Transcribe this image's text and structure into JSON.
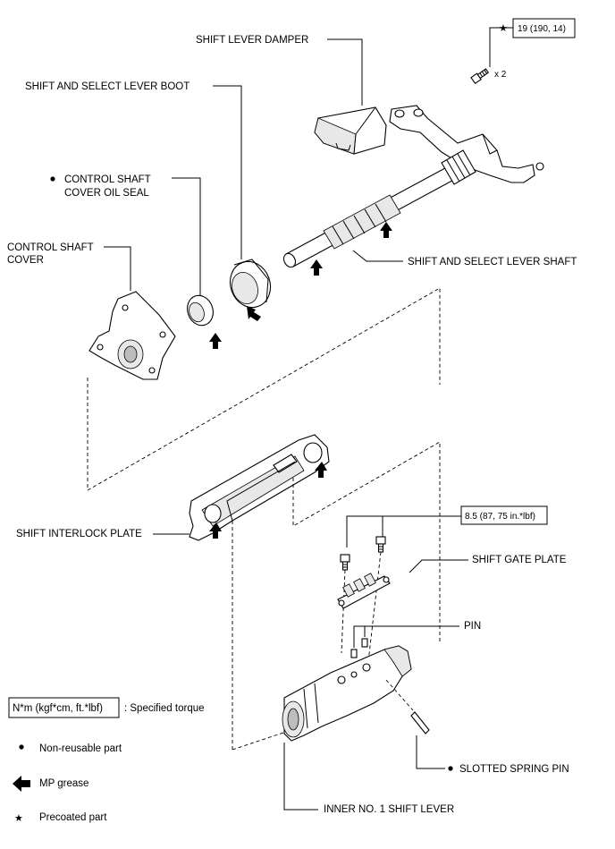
{
  "labels": {
    "shift_lever_damper": "SHIFT LEVER DAMPER",
    "shift_select_boot": "SHIFT AND SELECT LEVER BOOT",
    "oil_seal_line1": "CONTROL SHAFT",
    "oil_seal_line2": "COVER OIL SEAL",
    "cover_line1": "CONTROL SHAFT",
    "cover_line2": "COVER",
    "shift_select_shaft": "SHIFT AND SELECT LEVER SHAFT",
    "interlock_plate": "SHIFT INTERLOCK PLATE",
    "gate_plate": "SHIFT GATE PLATE",
    "pin": "PIN",
    "spring_pin": "SLOTTED SPRING PIN",
    "inner_lever": "INNER NO. 1 SHIFT LEVER"
  },
  "torque": {
    "top_bolt": "19 (190, 14)",
    "top_qty": "x 2",
    "gate_bolts": "8.5 (87, 75 in.*lbf)"
  },
  "legend": {
    "torque_box": "N*m (kgf*cm, ft.*lbf)",
    "torque_text": ": Specified torque",
    "non_reusable": "Non-reusable part",
    "grease": "MP grease",
    "precoated": "Precoated part"
  },
  "icons": {
    "non_reusable": "bullet-dot",
    "grease": "filled-left-arrow",
    "precoated": "star"
  }
}
